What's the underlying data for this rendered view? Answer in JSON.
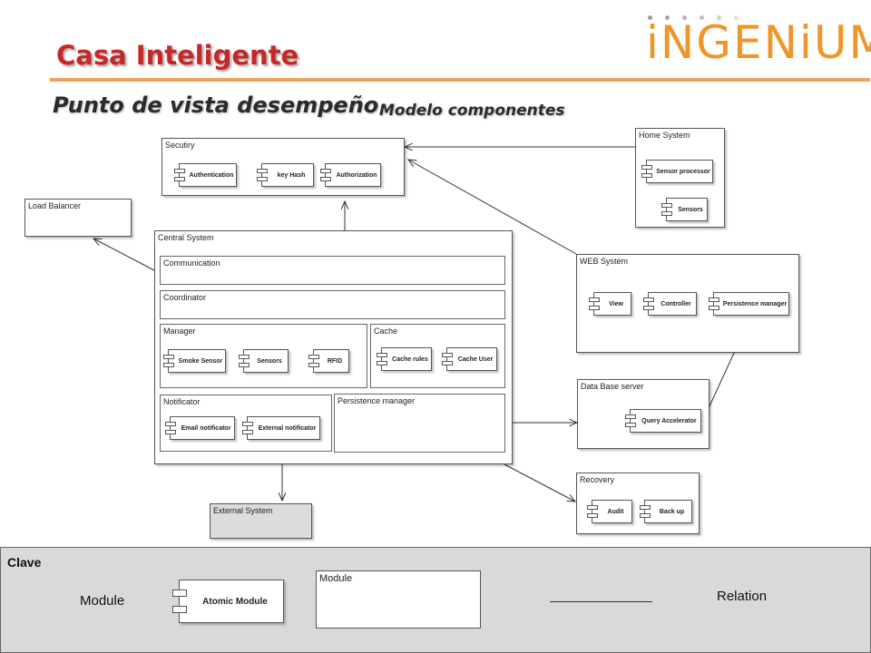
{
  "header": {
    "title": "Casa Inteligente",
    "subtitle": "Punto de vista desempeño",
    "subtitle_suffix": "- Modelo componentes",
    "logo": "iNGENiUM",
    "accent_color": "#c62828",
    "logo_color": "#f0952a"
  },
  "diagram": {
    "security": {
      "label": "Secutiry",
      "components": [
        "Authentication",
        "key Hash",
        "Authorization"
      ]
    },
    "home_system": {
      "label": "Home System",
      "components": [
        "Sensor processor",
        "Sensors"
      ]
    },
    "load_balancer": {
      "label": "Load Balancer"
    },
    "central_system": {
      "label": "Central System",
      "communication": "Communication",
      "coordinator": "Coordinator",
      "manager": {
        "label": "Manager",
        "components": [
          "Smoke Sensor",
          "Sensors",
          "RFID"
        ]
      },
      "cache": {
        "label": "Cache",
        "components": [
          "Cache rules",
          "Cache User"
        ]
      },
      "notificator": {
        "label": "Notificator",
        "components": [
          "Email notificator",
          "External notificator"
        ]
      },
      "persistence_manager": "Persistence manager"
    },
    "web_system": {
      "label": "WEB System",
      "components": [
        "View",
        "Controller",
        "Persistence manager"
      ]
    },
    "data_base_server": {
      "label": "Data Base server",
      "components": [
        "Query Accelerator"
      ]
    },
    "recovery": {
      "label": "Recovery",
      "components": [
        "Audit",
        "Back up"
      ]
    },
    "external_system": {
      "label": "External System"
    }
  },
  "legend": {
    "title": "Clave",
    "module_label": "Module",
    "atomic_module": "Atomic Module",
    "module_box_label": "Module",
    "relation_label": "Relation"
  }
}
